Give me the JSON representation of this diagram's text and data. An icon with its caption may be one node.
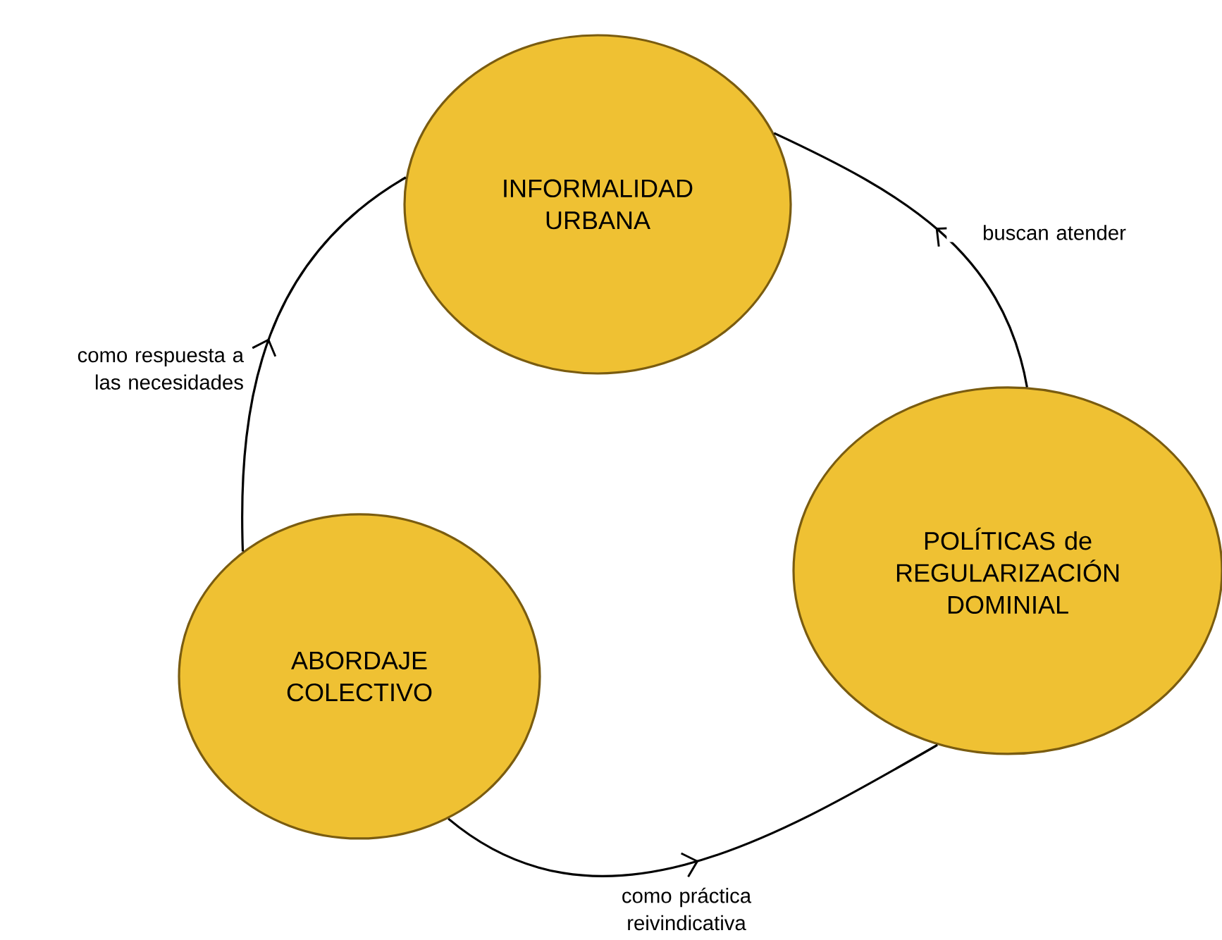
{
  "diagram": {
    "nodes": [
      {
        "text": [
          "INFORMALIDAD URBANA"
        ]
      },
      {
        "text": [
          "POLÍTICAS de REGULARIZACIÓN DOMINIAL"
        ]
      },
      {
        "text": [
          "ABORDAJE COLECTIVO"
        ]
      }
    ],
    "edges": [
      {
        "from": 1,
        "to": 0,
        "arrow": "to",
        "label": "buscan atender"
      },
      {
        "from": 2,
        "to": 0,
        "arrow": "to",
        "label": "como respuesta a las necesidades"
      },
      {
        "from": 2,
        "to": 1,
        "arrow": "to",
        "label": "como práctica reivindicativa"
      }
    ]
  }
}
